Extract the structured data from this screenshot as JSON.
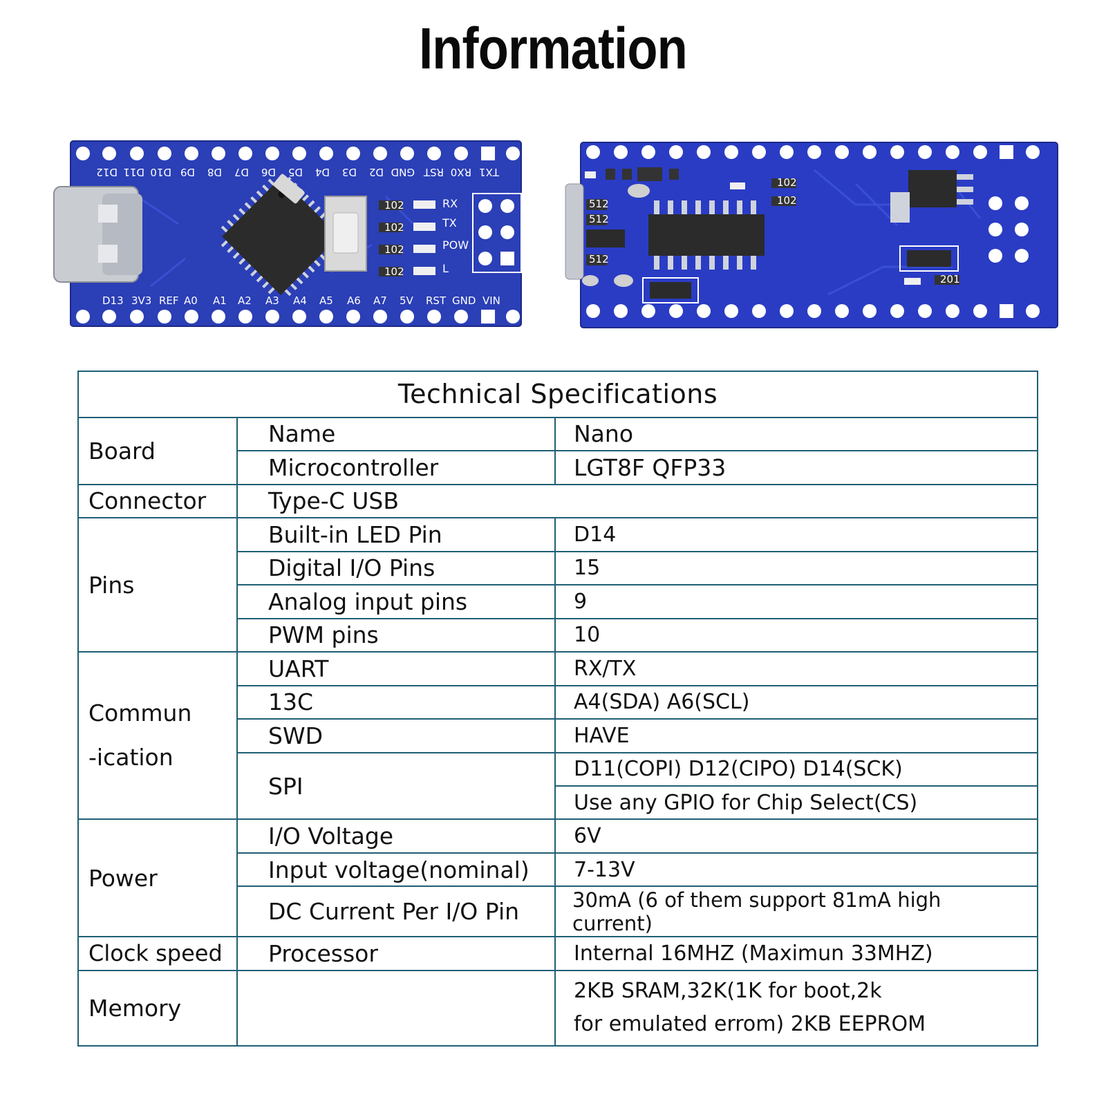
{
  "page": {
    "title": "Information"
  },
  "front_board": {
    "top_labels": [
      "D12",
      "D11",
      "D10",
      "D9",
      "D8",
      "D7",
      "D6",
      "D5",
      "D4",
      "D3",
      "D2",
      "GND",
      "RST",
      "RX0",
      "TX1"
    ],
    "bottom_labels": [
      "D13",
      "3V3",
      "REF",
      "A0",
      "A1",
      "A2",
      "A3",
      "A4",
      "A5",
      "A6",
      "A7",
      "5V",
      "RST",
      "GND",
      "VIN"
    ],
    "led_labels": [
      "RX",
      "TX",
      "POW",
      "L"
    ],
    "smd_code": "102"
  },
  "back_board": {
    "smd_codes": [
      "102",
      "102",
      "512",
      "512",
      "512",
      "201"
    ]
  },
  "specs": {
    "caption": "Technical Specifications",
    "rows": [
      {
        "category": "Board",
        "field": "Name",
        "value": "Nano"
      },
      {
        "field": "Microcontroller",
        "value": "LGT8F QFP33"
      },
      {
        "category": "Connector",
        "field": "Type-C USB"
      },
      {
        "category": "Pins",
        "field": "Built-in LED Pin",
        "value": "D14"
      },
      {
        "field": "Digital I/O Pins",
        "value": "15"
      },
      {
        "field": "Analog input pins",
        "value": "9"
      },
      {
        "field": "PWM pins",
        "value": "10"
      },
      {
        "category_line1": "Commun",
        "category_line2": "-ication",
        "field": "UART",
        "value": "RX/TX"
      },
      {
        "field": "13C",
        "value": "A4(SDA) A6(SCL)"
      },
      {
        "field": "SWD",
        "value": "HAVE"
      },
      {
        "field": "SPI",
        "value": "D11(COPI) D12(CIPO) D14(SCK)"
      },
      {
        "value": "Use any GPIO for Chip Select(CS)"
      },
      {
        "category": "Power",
        "field": "I/O Voltage",
        "value": "6V"
      },
      {
        "field": "Input voltage(nominal)",
        "value": "7-13V"
      },
      {
        "field": "DC Current Per I/O Pin",
        "value": "30mA (6 of them support 81mA high current)"
      },
      {
        "category": "Clock speed",
        "field": "Processor",
        "value": "Internal 16MHZ (Maximun 33MHZ)"
      },
      {
        "category": "Memory",
        "value_line1": "2KB SRAM,32K(1K for boot,2k",
        "value_line2": "for emulated errom) 2KB EEPROM"
      }
    ]
  },
  "colors": {
    "pcb": "#2b3fb6",
    "table_border": "#1f5f74"
  }
}
